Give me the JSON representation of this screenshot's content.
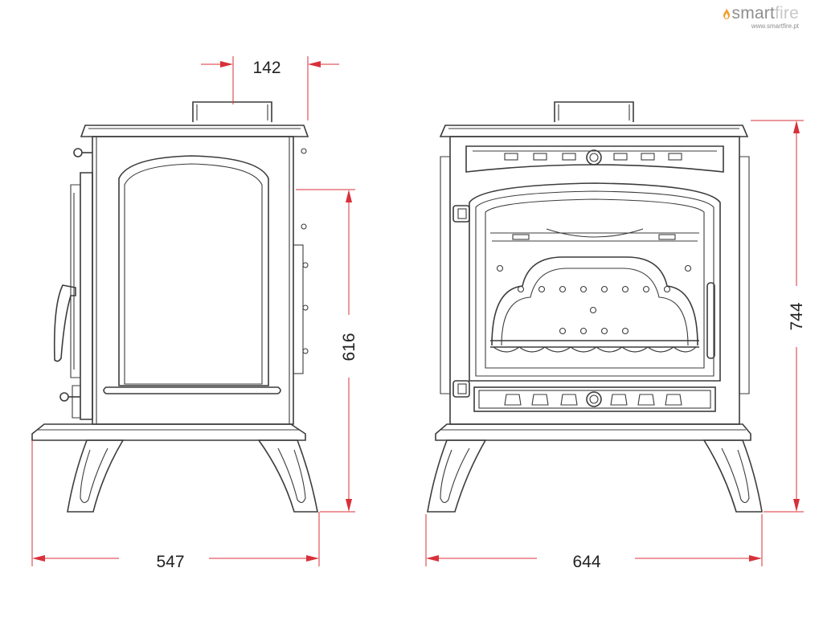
{
  "logo": {
    "brand_part1": "smart",
    "brand_part2": "fire",
    "url": "www.smartfire.pt",
    "icon": "flame-icon",
    "brand_color": "#8e8e8e",
    "flame_color": "#f0a030"
  },
  "dimensions": {
    "flue_width": "142",
    "side_height": "616",
    "depth": "547",
    "width": "644",
    "total_height": "744"
  },
  "colors": {
    "dimension_line": "#d9303a",
    "drawing_line": "#3c3c3c"
  }
}
